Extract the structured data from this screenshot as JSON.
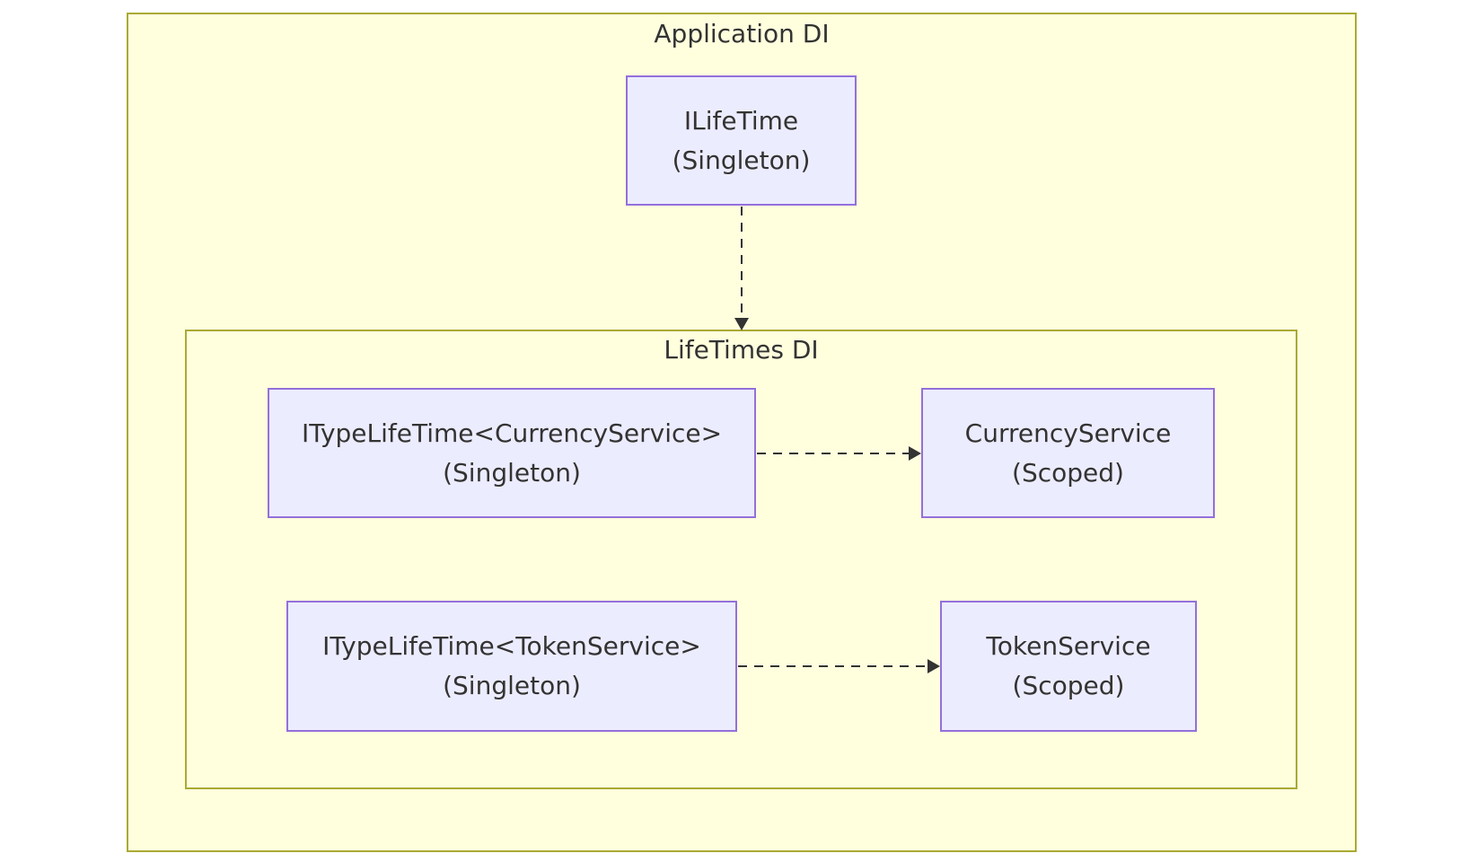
{
  "colors": {
    "cluster_fill": "#ffffde",
    "cluster_border": "#aaaa33",
    "node_fill": "#ececff",
    "node_border": "#9370db",
    "text": "#333333",
    "edge": "#333333"
  },
  "clusters": {
    "application": {
      "title": "Application DI"
    },
    "lifetimes": {
      "title": "LifeTimes DI"
    }
  },
  "nodes": {
    "ilifetime": {
      "name": "ILifeTime",
      "scope": "(Singleton)"
    },
    "type_currency": {
      "name": "ITypeLifeTime<CurrencyService>",
      "scope": "(Singleton)"
    },
    "currency": {
      "name": "CurrencyService",
      "scope": "(Scoped)"
    },
    "type_token": {
      "name": "ITypeLifeTime<TokenService>",
      "scope": "(Singleton)"
    },
    "token": {
      "name": "TokenService",
      "scope": "(Scoped)"
    }
  },
  "edges": [
    {
      "from": "ilifetime",
      "to": "lifetimes_cluster",
      "style": "dashed"
    },
    {
      "from": "type_currency",
      "to": "currency",
      "style": "dashed"
    },
    {
      "from": "type_token",
      "to": "token",
      "style": "dashed"
    }
  ]
}
